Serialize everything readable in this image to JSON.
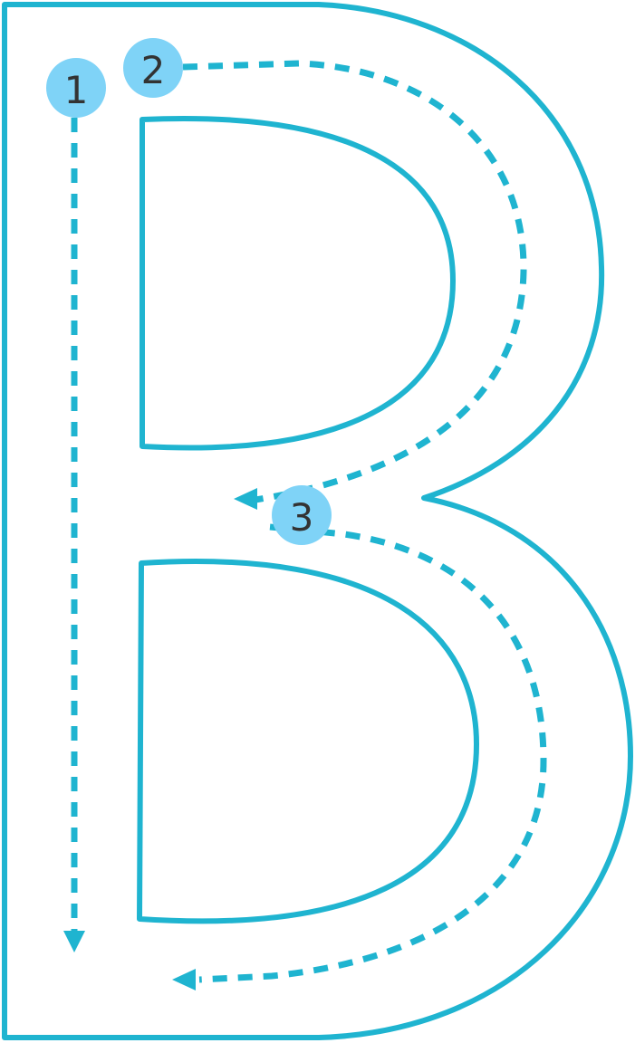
{
  "letter": "B",
  "colors": {
    "outline": "#1fb4d0",
    "guide": "#1fb4d0",
    "marker": "#7fd3f7",
    "marker_text": "#333333",
    "background": "#ffffff"
  },
  "steps": [
    {
      "number": "1",
      "direction": "down"
    },
    {
      "number": "2",
      "direction": "right-then-curve-to-middle"
    },
    {
      "number": "3",
      "direction": "right-then-curve-to-bottom"
    }
  ]
}
